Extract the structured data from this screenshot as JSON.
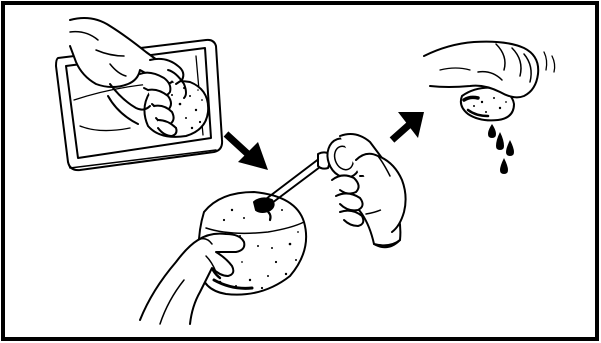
{
  "figure": {
    "ink_color": "#000000",
    "paper_color": "#ffffff",
    "panels": [
      {
        "name": "wash-in-tray",
        "icon": "hands-in-tray"
      },
      {
        "name": "apply-oil",
        "icon": "oil-can-spout"
      },
      {
        "name": "squeeze-out",
        "icon": "hand-squeezing-filter"
      }
    ],
    "connectors": [
      "arrow-down-right",
      "arrow-up-right"
    ]
  }
}
